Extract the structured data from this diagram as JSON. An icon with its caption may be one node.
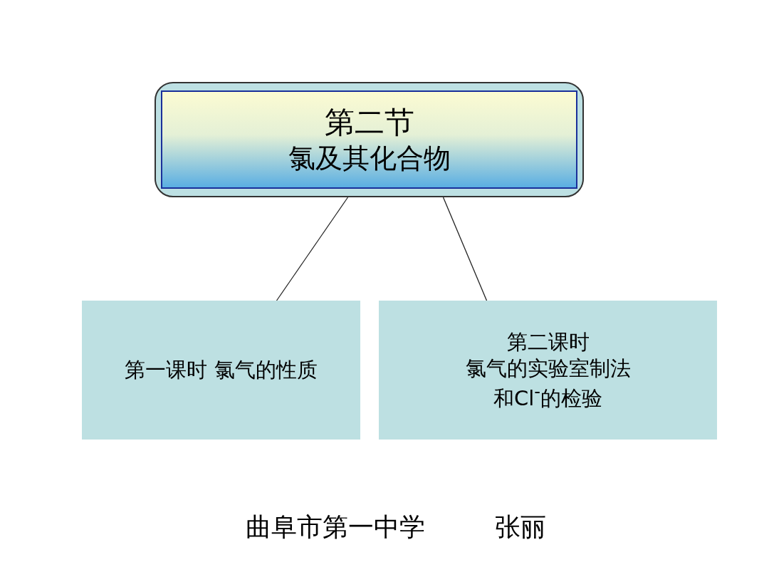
{
  "diagram": {
    "nodes": [
      {
        "text": [
          "第二节",
          "氯及其化合物"
        ]
      },
      {
        "text": [
          "第一课时 氯气的性质"
        ]
      },
      {
        "text": [
          "第二课时",
          "氯气的实验室制法和Cl$^{-}$的检验"
        ]
      }
    ],
    "edges": [
      {
        "from": 0,
        "to": 1,
        "arrow": "none"
      },
      {
        "from": 0,
        "to": 2,
        "arrow": "none"
      }
    ],
    "labels": [
      "曲阜市第一中学",
      "张丽"
    ]
  }
}
